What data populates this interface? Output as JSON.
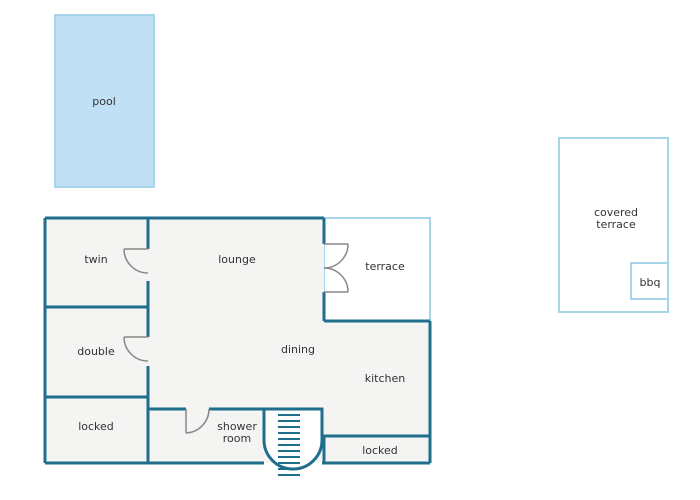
{
  "colors": {
    "wall": "#1f6e8c",
    "light_wall": "#a6d5ea",
    "pool_fill": "#bfe0f5",
    "room_fill": "#f4f4f3",
    "door": "#888888"
  },
  "outdoor": {
    "pool": "pool",
    "covered_terrace_line1": "covered",
    "covered_terrace_line2": "terrace",
    "bbq": "bbq",
    "terrace": "terrace"
  },
  "rooms": {
    "twin": "twin",
    "double": "double",
    "locked_left": "locked",
    "lounge": "lounge",
    "dining": "dining",
    "kitchen": "kitchen",
    "shower_line1": "shower",
    "shower_line2": "room",
    "locked_right": "locked"
  }
}
